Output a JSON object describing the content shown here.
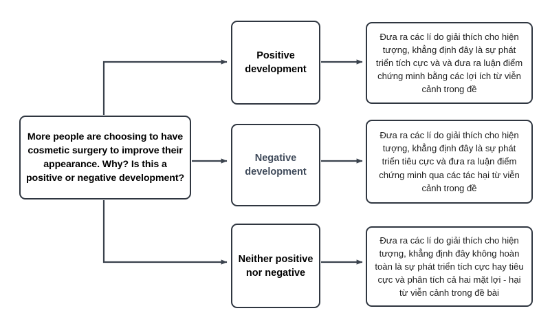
{
  "diagram": {
    "type": "flowchart",
    "background_color": "#ffffff",
    "border_color": "#2f3640",
    "question": {
      "label": "More people are choosing to have cosmetic surgery to improve their appearance. Why? Is this a positive or negative development?",
      "text_color": "#000000"
    },
    "options": [
      {
        "id": "positive",
        "label": "Positive\ndevelopment",
        "text_color": "#000000"
      },
      {
        "id": "negative",
        "label": "Negative\ndevelopment",
        "text_color": "#3f4a5a"
      },
      {
        "id": "neither",
        "label": "Neither positive\nnor negative",
        "text_color": "#000000"
      }
    ],
    "details": [
      {
        "id": "detail-positive",
        "label": "Đưa ra các lí do giải thích cho hiện tượng, khẳng định đây là sự phát triển tích cực và và đưa ra luận điểm chứng minh bằng các lợi ích từ viễn cảnh trong đề"
      },
      {
        "id": "detail-negative",
        "label": "Đưa ra các lí do giải thích cho hiện tượng, khẳng định đây là sự phát triển tiêu cực và đưa ra luận điểm chứng minh qua các tác hại từ viễn cảnh trong đề"
      },
      {
        "id": "detail-neither",
        "label": "Đưa ra các lí do giải thích cho hiện tượng, khẳng định đây không hoàn toàn là sự phát triển tích cực hay tiêu cực và phân tích cả hai mặt lợi - hại từ viễn cảnh trong đề bài"
      }
    ],
    "connectors": [
      {
        "id": "question-to-positive",
        "style": "elbow-up-right",
        "arrow": "right"
      },
      {
        "id": "question-to-negative",
        "style": "straight-right",
        "arrow": "right"
      },
      {
        "id": "question-to-neither",
        "style": "elbow-down-right",
        "arrow": "right"
      },
      {
        "id": "positive-to-detail",
        "style": "straight-right",
        "arrow": "right"
      },
      {
        "id": "negative-to-detail",
        "style": "straight-right",
        "arrow": "right"
      },
      {
        "id": "neither-to-detail",
        "style": "straight-right",
        "arrow": "right"
      }
    ]
  }
}
